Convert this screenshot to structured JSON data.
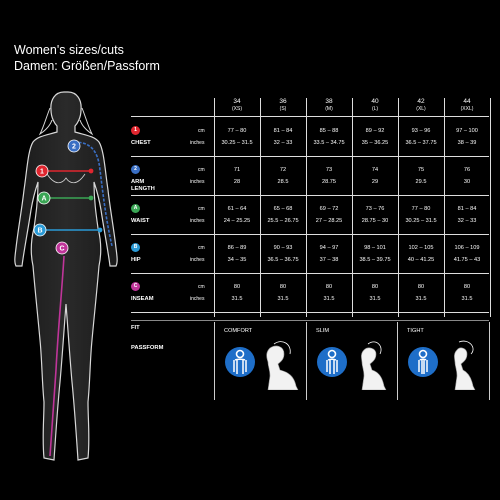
{
  "title": "Women's sizes/cuts",
  "subtitle": "Damen: Größen/Passform",
  "colors": {
    "chest": "#e0262f",
    "arm_length": "#3a6fc4",
    "waist": "#3aa655",
    "hip": "#2a9ad6",
    "inseam": "#c0359a"
  },
  "sizes": [
    {
      "num": "34",
      "code": "(XS)"
    },
    {
      "num": "36",
      "code": "(S)"
    },
    {
      "num": "38",
      "code": "(M)"
    },
    {
      "num": "40",
      "code": "(L)"
    },
    {
      "num": "42",
      "code": "(XL)"
    },
    {
      "num": "44",
      "code": "(XXL)"
    }
  ],
  "rows": [
    {
      "badge": "1",
      "label": "CHEST",
      "unit_cm": "cm",
      "unit_in": "inches",
      "cm": [
        "77 – 80",
        "81 – 84",
        "85 – 88",
        "89 – 92",
        "93 – 96",
        "97 – 100"
      ],
      "in": [
        "30.25 – 31.5",
        "32 – 33",
        "33.5 – 34.75",
        "35 – 36.25",
        "36.5 – 37.75",
        "38 – 39"
      ]
    },
    {
      "badge": "2",
      "label": "ARM",
      "label2": "LENGTH",
      "unit_cm": "cm",
      "unit_in": "inches",
      "cm": [
        "71",
        "72",
        "73",
        "74",
        "75",
        "76"
      ],
      "in": [
        "28",
        "28.5",
        "28.75",
        "29",
        "29.5",
        "30"
      ]
    },
    {
      "badge": "A",
      "label": "WAIST",
      "unit_cm": "cm",
      "unit_in": "inches",
      "cm": [
        "61 – 64",
        "65 – 68",
        "69 – 72",
        "73 – 76",
        "77 – 80",
        "81 – 84"
      ],
      "in": [
        "24 – 25.25",
        "25.5 – 26.75",
        "27 – 28.25",
        "28.75 – 30",
        "30.25 – 31.5",
        "32 – 33"
      ]
    },
    {
      "badge": "B",
      "label": "HIP",
      "unit_cm": "cm",
      "unit_in": "inches",
      "cm": [
        "86 – 89",
        "90 – 93",
        "94 – 97",
        "98 – 101",
        "102 – 105",
        "106 – 109"
      ],
      "in": [
        "34 – 35",
        "36.5 – 36.75",
        "37 – 38",
        "38.5 – 39.75",
        "40 – 41.25",
        "41.75 – 43"
      ]
    },
    {
      "badge": "C",
      "label": "INSEAM",
      "unit_cm": "cm",
      "unit_in": "inches",
      "cm": [
        "80",
        "80",
        "80",
        "80",
        "80",
        "80"
      ],
      "in": [
        "31.5",
        "31.5",
        "31.5",
        "31.5",
        "31.5",
        "31.5"
      ]
    }
  ],
  "fit": {
    "label": "FIT",
    "label2": "PASSFORM",
    "types": [
      "COMFORT",
      "SLIM",
      "TIGHT"
    ]
  },
  "figure_badges": [
    "2",
    "1",
    "A",
    "B",
    "C"
  ]
}
